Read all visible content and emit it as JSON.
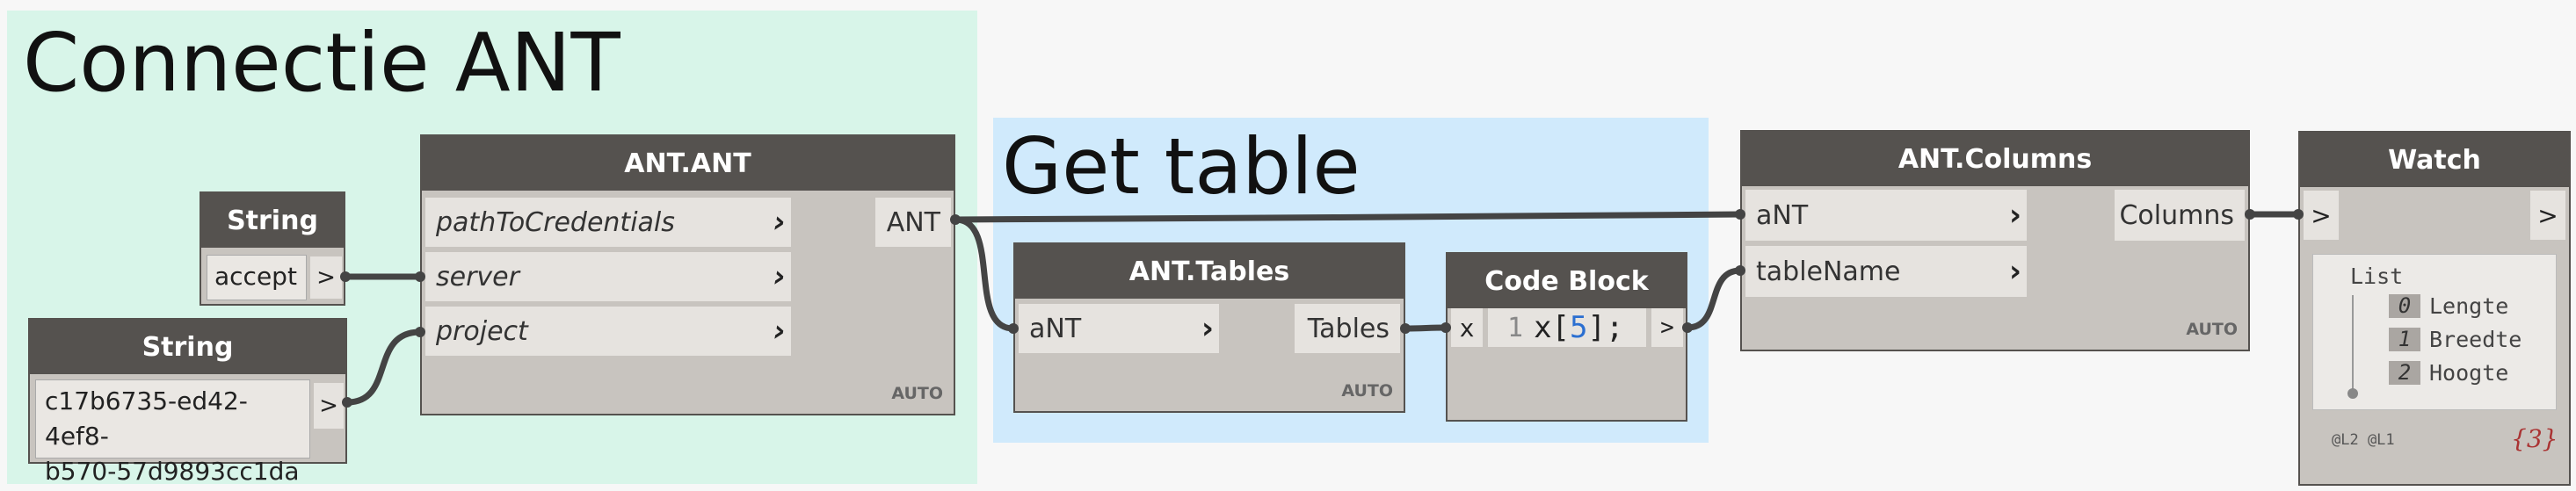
{
  "groups": {
    "connectie": {
      "title": "Connectie ANT"
    },
    "get_table": {
      "title": "Get table"
    }
  },
  "string_node_1": {
    "title": "String",
    "value": "accept",
    "output": ">"
  },
  "string_node_2": {
    "title": "String",
    "value_line1": "c17b6735-ed42-4ef8-",
    "value_line2": "b570-57d9893cc1da",
    "output": ">"
  },
  "ant_node": {
    "title": "ANT.ANT",
    "inputs": [
      "pathToCredentials",
      "server",
      "project"
    ],
    "output": "ANT",
    "lacing": "AUTO"
  },
  "tables_node": {
    "title": "ANT.Tables",
    "input": "aNT",
    "output": "Tables",
    "lacing": "AUTO"
  },
  "code_block": {
    "title": "Code Block",
    "input": "x",
    "line_number": "1",
    "code_prefix": "x[",
    "code_number": "5",
    "code_suffix": "];",
    "output": ">"
  },
  "columns_node": {
    "title": "ANT.Columns",
    "inputs": [
      "aNT",
      "tableName"
    ],
    "output": "Columns",
    "lacing": "AUTO"
  },
  "watch_node": {
    "title": "Watch",
    "input": ">",
    "output": ">",
    "list_label": "List",
    "items": [
      {
        "index": "0",
        "value": "Lengte"
      },
      {
        "index": "1",
        "value": "Breedte"
      },
      {
        "index": "2",
        "value": "Hoogte"
      }
    ],
    "levels": "@L2 @L1",
    "count": "{3}"
  },
  "colors": {
    "group_green": "#d8f5e9",
    "group_blue": "#d0eafc",
    "node_header": "#55524f",
    "node_body": "#c8c4bf",
    "wire": "#444444",
    "code_number": "#2b6fd1"
  }
}
